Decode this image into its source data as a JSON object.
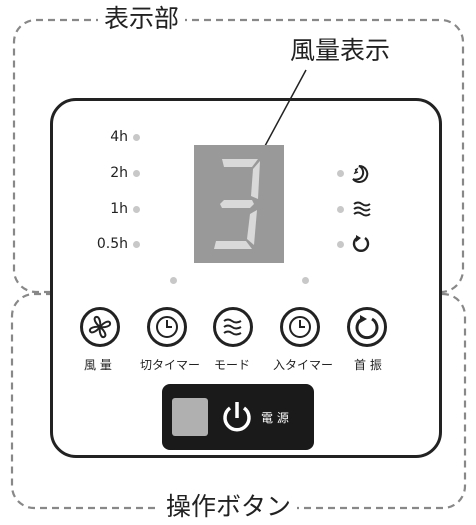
{
  "labels": {
    "display_section": "表示部",
    "fan_level_display": "風量表示",
    "operation_buttons": "操作ボタン"
  },
  "display": {
    "digit": "3",
    "timer_indicators": [
      "4h",
      "2h",
      "1h",
      "0.5h"
    ],
    "mode_icons": [
      "night-mode-icon",
      "rhythm-wind-icon",
      "oscillation-icon"
    ]
  },
  "buttons": [
    {
      "label": "風 量",
      "icon": "fan-icon"
    },
    {
      "label": "切タイマー",
      "icon": "clock-icon"
    },
    {
      "label": "モード",
      "icon": "wind-icon"
    },
    {
      "label": "入タイマー",
      "icon": "clock-icon"
    },
    {
      "label": "首 振",
      "icon": "oscillation-icon"
    }
  ],
  "power": {
    "label": "電 源",
    "icon": "power-icon"
  },
  "colors": {
    "outline": "#222222",
    "dashed": "#888888",
    "indicator": "#c8c8c8",
    "display_bg": "#999999",
    "digit": "#d9d9d9",
    "power_bg": "#1a1a1a",
    "power_square": "#b0b0b0"
  }
}
